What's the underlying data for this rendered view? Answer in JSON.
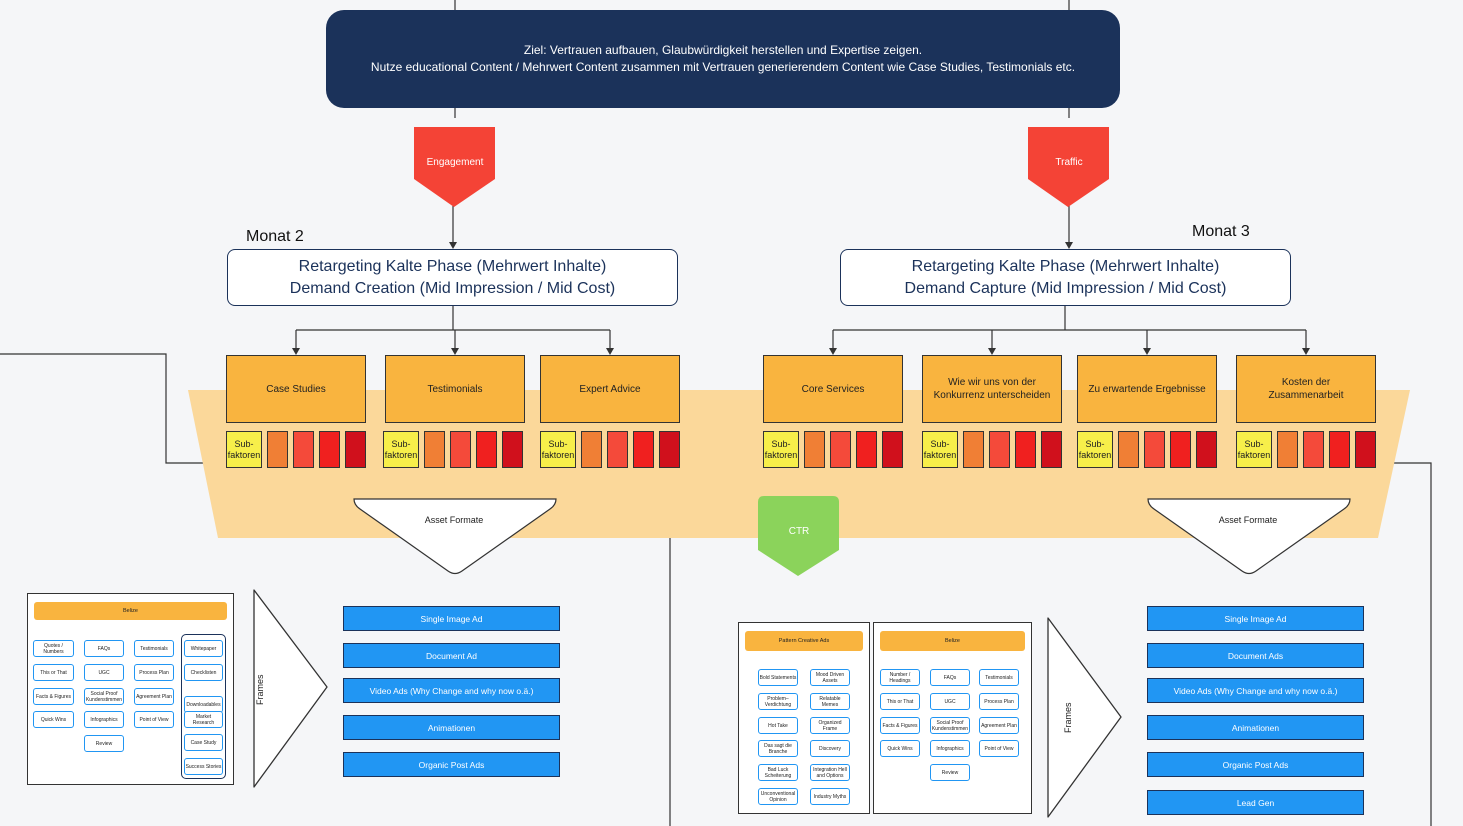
{
  "goal": {
    "line1": "Ziel: Vertrauen aufbauen, Glaubwürdigkeit herstellen und Expertise zeigen.",
    "line2": "Nutze educational Content / Mehrwert Content zusammen mit Vertrauen generierendem Content wie Case Studies, Testimonials etc."
  },
  "colors": {
    "navy": "#1b325a",
    "red_tag": "#f44336",
    "orange": "#f9b43f",
    "band": "#fbd89a",
    "green": "#8bd35b",
    "blue": "#2196f3",
    "yellow": "#f7ef4a"
  },
  "tags": {
    "left": "Engagement",
    "right": "Traffic",
    "center": "CTR"
  },
  "left": {
    "month": "Monat 2",
    "phase_line1": "Retargeting Kalte Phase (Mehrwert Inhalte)",
    "phase_line2": "Demand Creation (Mid Impression / Mid Cost)",
    "categories": [
      "Case Studies",
      "Testimonials",
      "Expert Advice"
    ],
    "asset_label": "Asset Formate",
    "frames_label": "Frames",
    "formats": [
      "Single Image Ad",
      "Document Ad",
      "Video Ads (Why Change and why now o.ä.)",
      "Animationen",
      "Organic Post Ads"
    ],
    "doc_header": "Belize",
    "doc_col1": [
      "Quotes / Numbers",
      "This or That",
      "Facts & Figures",
      "Quick Wins"
    ],
    "doc_col2": [
      "FAQs",
      "UGC",
      "Social Proof Kundenstimmen",
      "Infographics",
      "Review"
    ],
    "doc_col3": [
      "Testimonials",
      "Process Plan",
      "Agreement Plan",
      "Point of View"
    ],
    "doc_col4": [
      "Whitepaper",
      "Checklisten",
      "Downloadables",
      "Market Research",
      "Case Study",
      "Success Stories"
    ]
  },
  "right": {
    "month": "Monat 3",
    "phase_line1": "Retargeting Kalte Phase (Mehrwert Inhalte)",
    "phase_line2": "Demand Capture (Mid Impression / Mid Cost)",
    "categories": [
      "Core Services",
      "Wie wir uns von der Konkurrenz unterscheiden",
      "Zu erwartende Ergebnisse",
      "Kosten der Zusammenarbeit"
    ],
    "asset_label": "Asset Formate",
    "frames_label": "Frames",
    "formats": [
      "Single Image Ad",
      "Document Ads",
      "Video Ads (Why Change and why now o.ä.)",
      "Animationen",
      "Organic Post Ads",
      "Lead Gen"
    ],
    "doc1_header": "Pattern Creative Ads",
    "doc1_col1": [
      "Bold Statements",
      "Problem–Verdichtung",
      "Hot Take",
      "Das sagt die Branche",
      "Bad Luck Scheiterung",
      "Unconventional Opinion"
    ],
    "doc1_col2": [
      "Mood Driven Assets",
      "Relatable Memes",
      "Organized Frame",
      "Discovery",
      "Integration Hell and Options",
      "Industry Myths"
    ],
    "doc2_header": "Belize",
    "doc2_col1": [
      "Number / Headings",
      "This or That",
      "Facts & Figures",
      "Quick Wins"
    ],
    "doc2_col2": [
      "FAQs",
      "UGC",
      "Social Proof Kundenstimmen",
      "Infographics",
      "Review"
    ],
    "doc2_col3": [
      "Testimonials",
      "Process Plan",
      "Agreement Plan",
      "Point of View"
    ]
  },
  "subfactor_label": "Sub-faktoren"
}
